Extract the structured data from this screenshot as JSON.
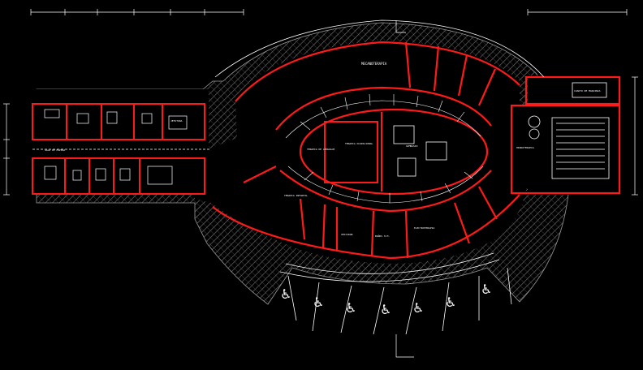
{
  "drawing": {
    "colors": {
      "background": "#000000",
      "walls": "#ff1a1a",
      "lines": "#ffffff",
      "hatch": "#8a8a8a"
    },
    "rooms": {
      "top_arc": "MECANOTERAPIA",
      "center_left": "TERAPIA OCUPACIONAL",
      "center_right": "GIMNASIO",
      "right_block": "HIDROTERAPIA",
      "right_top": "CUARTO DE MAQUINAS",
      "inner_left": "TERAPIA DE LENGUAJE",
      "lower_left": "TERAPIA INFANTIL",
      "lower_right": "ELECTROTERAPIA",
      "lower_mid_a": "VESTIDOR",
      "lower_mid_b": "BAÑOS H.M.",
      "hall": "SALA DE ESPERA",
      "office": "JEFATURA"
    },
    "parking_icon": "wheelchair-icon"
  }
}
